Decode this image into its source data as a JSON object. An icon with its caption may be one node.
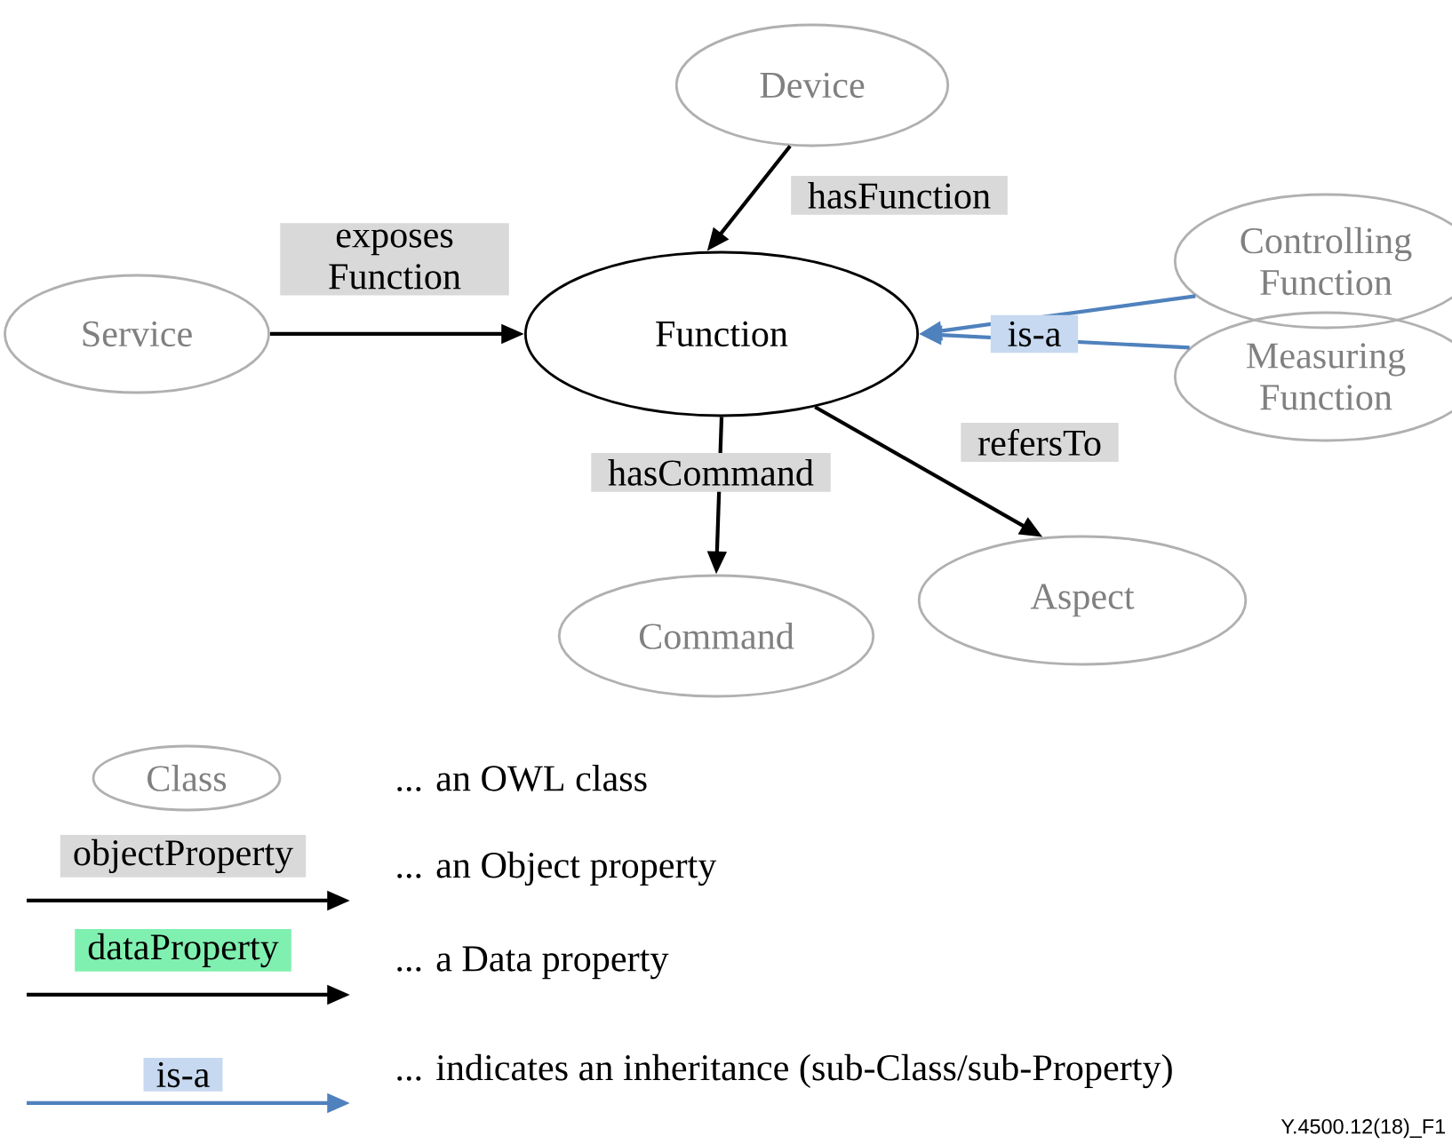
{
  "diagram": {
    "nodes": [
      {
        "text": [
          "Service"
        ]
      },
      {
        "text": [
          "Function"
        ]
      },
      {
        "text": [
          "Device"
        ]
      },
      {
        "text": [
          "Controlling Function"
        ]
      },
      {
        "text": [
          "Measuring Function"
        ]
      },
      {
        "text": [
          "Command"
        ]
      },
      {
        "text": [
          "Aspect"
        ]
      }
    ],
    "edges": [
      {
        "from": 0,
        "to": 1,
        "arrow": "to",
        "label": "exposes Function"
      },
      {
        "from": 2,
        "to": 1,
        "arrow": "to",
        "label": "hasFunction"
      },
      {
        "from": 3,
        "to": 1,
        "arrow": "to",
        "label": "is-a",
        "color": "#4f81bd"
      },
      {
        "from": 4,
        "to": 1,
        "arrow": "to",
        "color": "#4f81bd"
      },
      {
        "from": 1,
        "to": 5,
        "arrow": "to",
        "label": "hasCommand"
      },
      {
        "from": 1,
        "to": 6,
        "arrow": "to",
        "label": "refersTo"
      }
    ],
    "labels": [
      "Class",
      "objectProperty",
      "dataProperty",
      "is-a",
      "Y.4500.12(18)_F1"
    ],
    "legend": [
      {
        "text": "... an OWL class"
      },
      {
        "text": "... an Object property"
      },
      {
        "text": "... a Data property"
      },
      {
        "text": "... indicates an inheritance (sub-Class/sub-Property)"
      }
    ]
  }
}
